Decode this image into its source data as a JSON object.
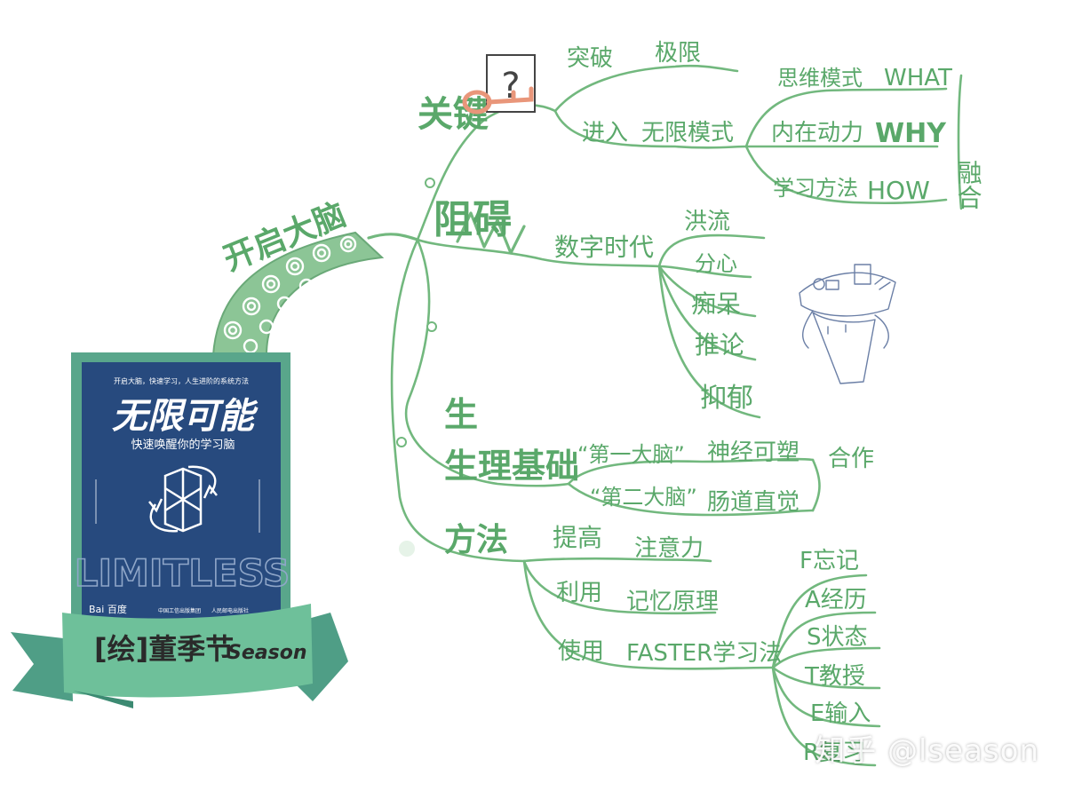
{
  "root": {
    "label": "开启大脑"
  },
  "key_branch": {
    "label": "关键",
    "items": [
      {
        "label": "突破",
        "sub": "极限"
      },
      {
        "label": "进入",
        "sub": "无限模式"
      }
    ],
    "modes": [
      {
        "label": "思维模式",
        "en": "WHAT"
      },
      {
        "label": "内在动力",
        "en": "WHY"
      },
      {
        "label": "学习方法",
        "en": "HOW"
      }
    ],
    "merge": "融合"
  },
  "obstacle_branch": {
    "label": "阻碍",
    "sub": "数字时代",
    "items": [
      "洪流",
      "分心",
      "痴呆",
      "推论",
      "抑郁"
    ]
  },
  "physio_branch": {
    "label": "生理基础",
    "items": [
      {
        "label": "“第一大脑”",
        "sub": "神经可塑"
      },
      {
        "label": "“第二大脑”",
        "sub": "肠道直觉"
      }
    ],
    "merge": "合作"
  },
  "method_branch": {
    "label": "方法",
    "items": [
      {
        "label": "提高",
        "sub": "注意力"
      },
      {
        "label": "利用",
        "sub": "记忆原理"
      },
      {
        "label": "使用",
        "sub": "FASTER学习法"
      }
    ],
    "faster": [
      "F忘记",
      "A经历",
      "S状态",
      "T教授",
      "E输入",
      "R复习"
    ]
  },
  "book": {
    "top_line": "开启大脑，快速学习，人生进阶的系统方法",
    "title": "无限可能",
    "subtitle": "快速唤醒你的学习脑",
    "en_title": "LIMITLESS",
    "logo": "Bai 百度",
    "publisher_1": "中国工信出版集团",
    "publisher_2": "人民邮电出版社"
  },
  "ribbon": {
    "author": "[绘]董季节",
    "signature": "Season"
  },
  "watermark": "知乎 @lseason",
  "colors": {
    "green": "#72b87e",
    "cover": "#274a7e",
    "ribbon": "#6ec09a"
  }
}
